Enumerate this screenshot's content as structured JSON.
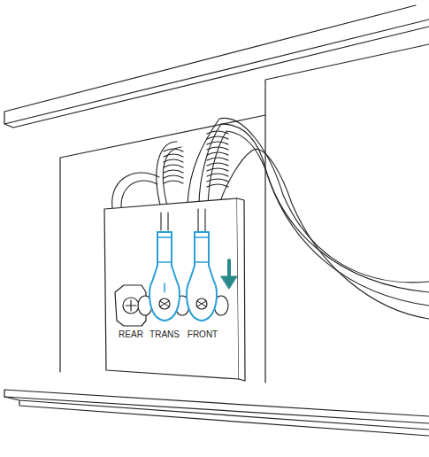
{
  "diagram": {
    "labels": [
      "REAR",
      "TRANS",
      "FRONT"
    ]
  }
}
